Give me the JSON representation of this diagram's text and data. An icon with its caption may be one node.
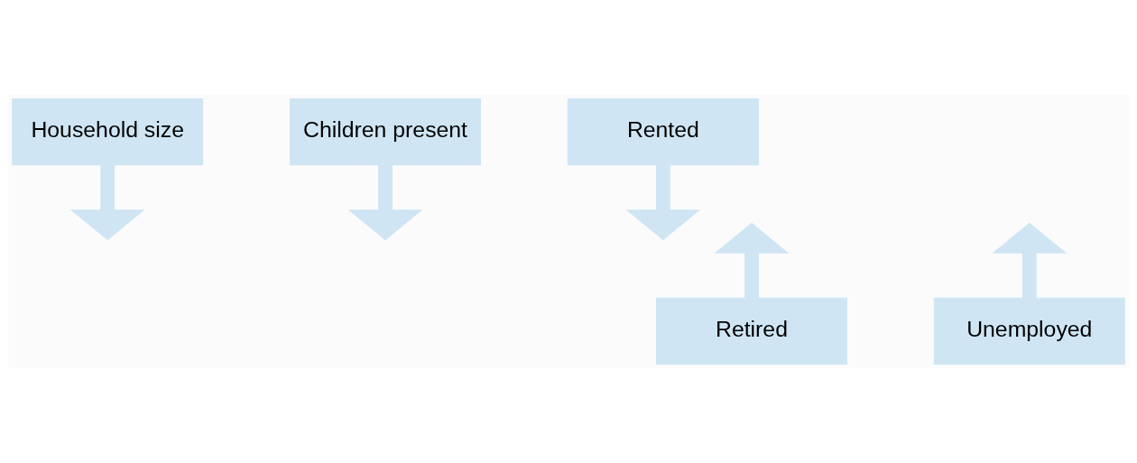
{
  "diagram": {
    "nodes": [
      {
        "text": [
          "Household size"
        ]
      },
      {
        "text": [
          "Children present"
        ]
      },
      {
        "text": [
          "Rented"
        ]
      },
      {
        "text": [
          "Retired"
        ]
      },
      {
        "text": [
          "Unemployed"
        ]
      }
    ],
    "edges": [
      {
        "from": 0,
        "to": null,
        "arrow": "to"
      },
      {
        "from": 1,
        "to": null,
        "arrow": "to"
      },
      {
        "from": 2,
        "to": null,
        "arrow": "to"
      },
      {
        "from": 3,
        "to": null,
        "arrow": "to"
      },
      {
        "from": 4,
        "to": null,
        "arrow": "to"
      }
    ]
  }
}
